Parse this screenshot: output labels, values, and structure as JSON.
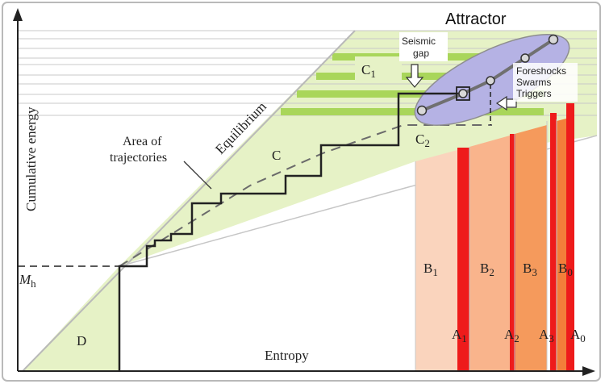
{
  "title": "Attractor",
  "axes": {
    "ylabel": "Cumulative energy",
    "xlabel": "Entropy",
    "mh": "M",
    "mh_sub": "h"
  },
  "regions": {
    "C": "C",
    "C1": "C",
    "C1_sub": "1",
    "C2": "C",
    "C2_sub": "2",
    "D": "D"
  },
  "labels": {
    "equilibrium": "Equilibrium",
    "area_line1": "Area of",
    "area_line2": "trajectories",
    "gap_line1": "Seismic",
    "gap_line2": "gap",
    "foreshocks": "Foreshocks",
    "swarms": "Swarms",
    "triggers": "Triggers"
  },
  "bands": {
    "B1": "B",
    "B1_sub": "1",
    "B2": "B",
    "B2_sub": "2",
    "B3": "B",
    "B3_sub": "3",
    "B0": "B",
    "B0_sub": "0",
    "A1": "A",
    "A1_sub": "1",
    "A2": "A",
    "A2_sub": "2",
    "A3": "A",
    "A3_sub": "3",
    "A0": "A",
    "A0_sub": "0"
  },
  "colors": {
    "frame": "#b9b9b9",
    "green_light": "#e6f2c6",
    "green_bright": "#a9d65a",
    "band_b1": "#fad4bd",
    "band_b2": "#f9b48c",
    "band_b3": "#f59a5c",
    "band_b0": "#f37e3a",
    "red": "#ee1b1b",
    "attractor": "#b5b2e4",
    "trajectory": "#222222"
  }
}
